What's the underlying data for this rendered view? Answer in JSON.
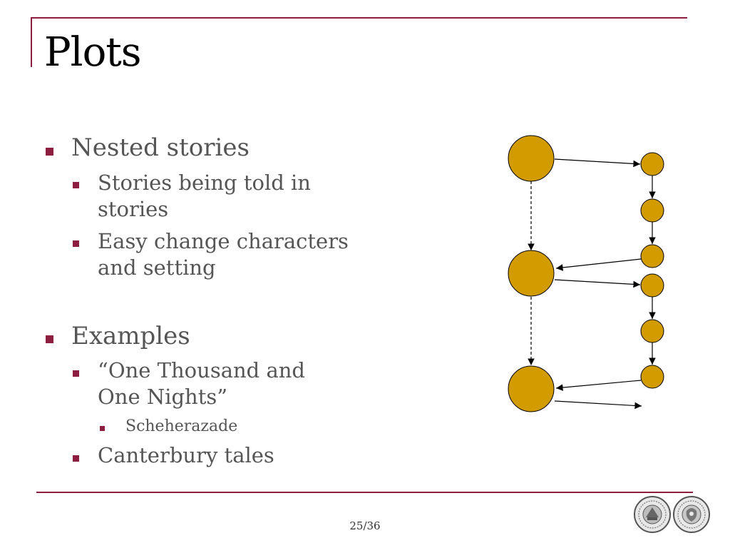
{
  "slide": {
    "title": "Plots",
    "page_number": "25/36"
  },
  "content": {
    "nested_stories": {
      "heading": "Nested stories",
      "points": [
        [
          "Stories being told in",
          "stories"
        ],
        [
          "Easy change characters",
          "and setting"
        ]
      ]
    },
    "examples": {
      "heading": "Examples",
      "example_1": [
        "“One Thousand and",
        "One Nights”"
      ],
      "example_1_sub": "Scheherazade",
      "example_2": "Canterbury tales"
    }
  },
  "colors": {
    "accent": "#8e1e3f",
    "node_fill": "#d29b00",
    "text": "#555555"
  },
  "icons": {
    "logos": [
      "university-seal-icon",
      "faculty-seal-icon"
    ]
  }
}
